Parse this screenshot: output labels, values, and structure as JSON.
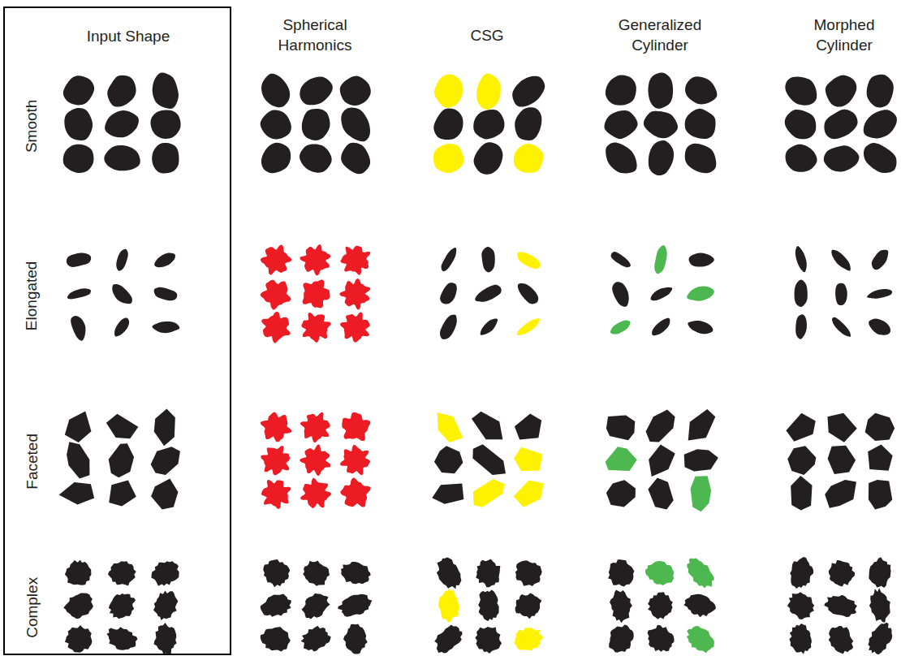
{
  "diagram": {
    "nodes": [
      {
        "text": [
          "Input Shape",
          "Smooth",
          "Elongated",
          "Faceted",
          "Complex"
        ]
      }
    ],
    "labels": [
      "Spherical Harmonics",
      "CSG",
      "Generalized Cylinder",
      "Morphed Cylinder"
    ]
  }
}
